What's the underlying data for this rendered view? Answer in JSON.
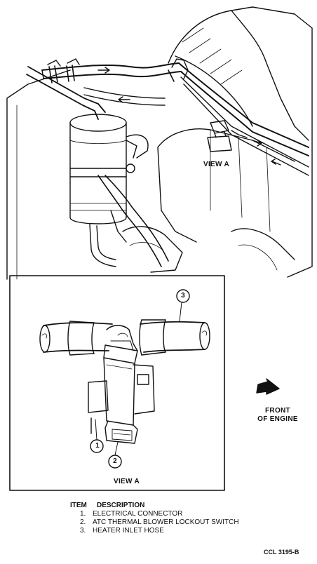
{
  "labels": {
    "view_a_top": "VIEW A",
    "front_line1": "FRONT",
    "front_line2": "OF ENGINE",
    "view_a_bottom": "VIEW A",
    "callout_1": "1",
    "callout_2": "2",
    "callout_3": "3"
  },
  "legend": {
    "header_item": "ITEM",
    "header_description": "DESCRIPTION",
    "items": [
      {
        "num": "1.",
        "text": "ELECTRICAL CONNECTOR"
      },
      {
        "num": "2.",
        "text": "ATC THERMAL BLOWER LOCKOUT SWITCH"
      },
      {
        "num": "3.",
        "text": "HEATER INLET HOSE"
      }
    ]
  },
  "figure_code": "CCL 3195-B"
}
